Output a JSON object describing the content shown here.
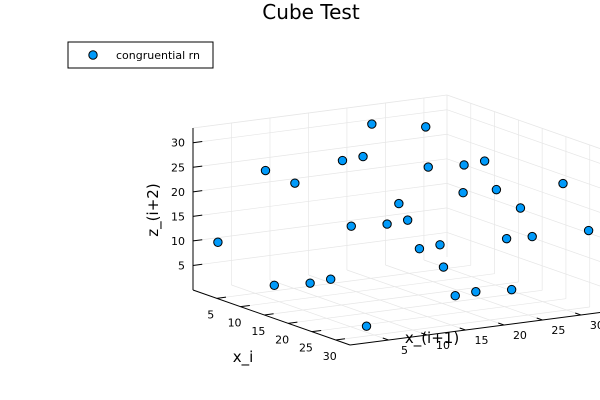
{
  "chart_data": {
    "type": "scatter",
    "title": "Cube Test",
    "xlabel": "x_i",
    "ylabel": "x_(i+1)",
    "zlabel": "z_(i+2)",
    "xlim": [
      0,
      33
    ],
    "ylim": [
      0,
      33
    ],
    "zlim": [
      0,
      33
    ],
    "xticks": [
      5,
      10,
      15,
      20,
      25,
      30
    ],
    "yticks": [
      5,
      10,
      15,
      20,
      25,
      30
    ],
    "zticks": [
      5,
      10,
      15,
      20,
      25,
      30
    ],
    "grid": true,
    "legend": "top-left",
    "series": [
      {
        "name": "congruential rn",
        "color": "#009AFA",
        "points": [
          [
            2,
            2,
            10
          ],
          [
            2,
            12,
            20
          ],
          [
            2,
            22,
            30
          ],
          [
            9,
            5,
            3
          ],
          [
            9,
            15,
            13
          ],
          [
            9,
            25,
            23
          ],
          [
            16,
            8,
            6
          ],
          [
            16,
            18,
            16
          ],
          [
            16,
            28,
            26
          ],
          [
            23,
            1,
            9
          ],
          [
            23,
            11,
            19
          ],
          [
            23,
            21,
            29
          ],
          [
            30,
            4,
            2
          ],
          [
            30,
            14,
            12
          ],
          [
            30,
            24,
            22
          ],
          [
            5,
            29,
            5
          ],
          [
            12,
            22,
            8
          ],
          [
            19,
            25,
            1
          ],
          [
            26,
            18,
            4
          ],
          [
            33,
            21,
            7
          ],
          [
            26,
            28,
            14
          ],
          [
            33,
            31,
            17
          ],
          [
            12,
            32,
            18
          ],
          [
            19,
            29,
            11
          ],
          [
            26,
            32,
            24
          ],
          [
            5,
            19,
            25
          ],
          [
            12,
            12,
            28
          ],
          [
            19,
            15,
            21
          ],
          [
            5,
            32,
            15
          ],
          [
            12,
            2,
            28
          ],
          [
            2,
            29,
            28
          ]
        ]
      }
    ]
  }
}
